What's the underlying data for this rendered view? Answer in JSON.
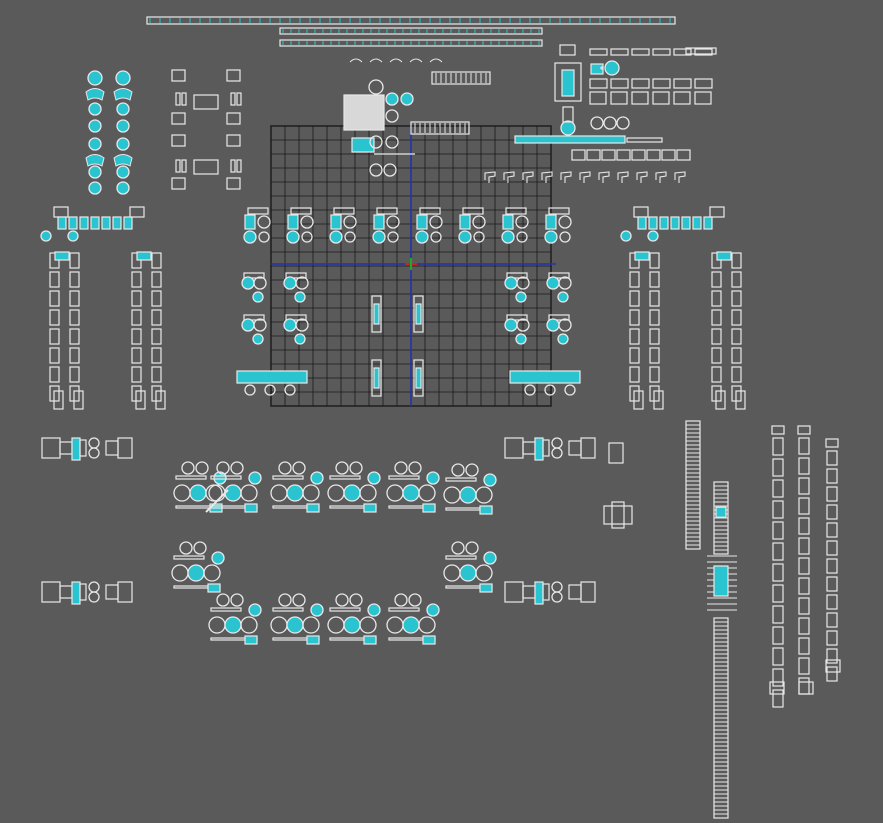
{
  "viewport": {
    "background": "#5a5a5a",
    "colors": {
      "uv_outline": "#e8e8e8",
      "uv_selected": "#29c4cf",
      "grid_line": "#1a1a1a",
      "grid_fill": "#5a5a5a",
      "axis_x": "#2233aa",
      "axis_y": "#2233aa",
      "origin_green": "#22aa22",
      "origin_red": "#cc2222"
    },
    "grid": {
      "divisions": 20
    },
    "icons": [
      "uv-shell",
      "wheel-icon",
      "rim-icon",
      "bar-shell",
      "column-strip"
    ]
  }
}
